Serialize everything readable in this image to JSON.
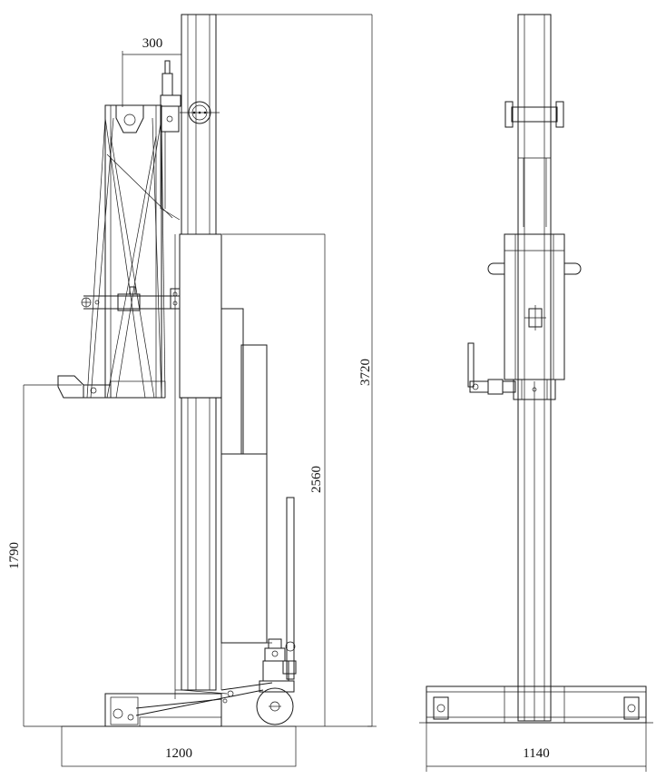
{
  "dimensions": {
    "top_offset": "300",
    "total_height": "3720",
    "fork_height": "2560",
    "lift_height": "1790",
    "base_length": "1200",
    "base_width": "1140"
  },
  "colors": {
    "line": "#1a1a1a",
    "background": "#ffffff"
  }
}
